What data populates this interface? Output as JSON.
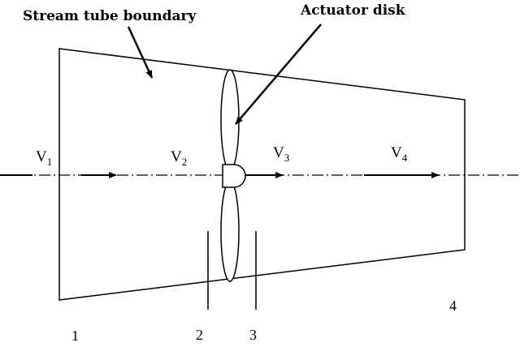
{
  "labels": {
    "stream_tube_boundary": "Stream tube boundary",
    "actuator_disk": "Actuator disk"
  },
  "velocities": [
    {
      "symbol": "V",
      "subscript": "1"
    },
    {
      "symbol": "V",
      "subscript": "2"
    },
    {
      "symbol": "V",
      "subscript": "3"
    },
    {
      "symbol": "V",
      "subscript": "4"
    }
  ],
  "stations": [
    "1",
    "2",
    "3",
    "4"
  ],
  "colors": {
    "stroke": "#000000",
    "background": "#ffffff"
  }
}
